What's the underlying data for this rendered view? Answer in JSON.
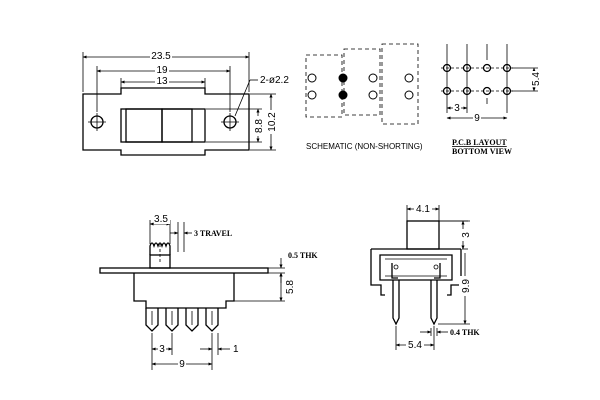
{
  "top_view": {
    "dim_overall_length": "23.5",
    "dim_hole_spacing": "19",
    "dim_body_length": "13",
    "dim_holes": "2-ø2.2",
    "dim_body_height": "8.8",
    "dim_flange_height": "10.2"
  },
  "schematic": {
    "caption": "SCHEMATIC (NON-SHORTING)"
  },
  "pcb": {
    "caption_line1": "P.C.B LAYOUT",
    "caption_line2": "BOTTOM VIEW",
    "dim_row_spacing": "5.4",
    "dim_pin_pitch": "3",
    "dim_pin_span": "9"
  },
  "front_view": {
    "dim_actuator": "3.5",
    "dim_travel": "3 TRAVEL",
    "dim_frame_thk": "0.5 THK",
    "dim_body_height": "5.8",
    "dim_pin_pitch": "3",
    "dim_pin_span": "9",
    "dim_pin_width": "1"
  },
  "side_view": {
    "dim_actuator_width": "4.1",
    "dim_actuator_height": "3",
    "dim_total_height": "9.9",
    "dim_pin_thk": "0.4 THK",
    "dim_row_spacing": "5.4"
  }
}
